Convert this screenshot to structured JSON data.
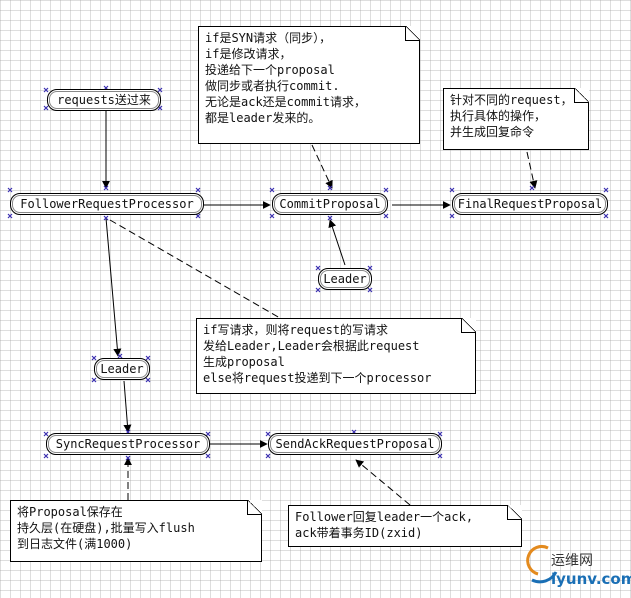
{
  "nodes": {
    "requests_in": "requests送过来",
    "follower_request_processor": "FollowerRequestProcessor",
    "commit_proposal": "CommitProposal",
    "final_request_proposal": "FinalRequestProposal",
    "leader_top": "Leader",
    "leader_mid": "Leader",
    "sync_request_processor": "SyncRequestProcessor",
    "send_ack_request_proposal": "SendAckRequestProposal"
  },
  "notes": {
    "syn_note": [
      "if是SYN请求（同步），",
      "if是修改请求，",
      "投递给下一个proposal",
      "做同步或者执行commit.",
      "无论是ack还是commit请求，",
      "都是leader发来的。"
    ],
    "final_note": [
      "针对不同的request，",
      "执行具体的操作，",
      "并生成回复命令"
    ],
    "write_note": [
      "if写请求，则将request的写请求",
      "发给Leader,Leader会根据此request",
      "生成proposal",
      "else将request投递到下一个processor"
    ],
    "sync_note": [
      "将Proposal保存在",
      "持久层(在硬盘),批量写入flush",
      "到日志文件(满1000)"
    ],
    "ack_note": [
      "Follower回复leader一个ack,",
      "ack带着事务ID(zxid)"
    ]
  },
  "watermark": {
    "cn": "运维网",
    "en": "iyunv.com"
  },
  "colors": {
    "line": "#000000",
    "handle": "#3a2fb0",
    "watermark_blue": "#1a6fb5"
  }
}
